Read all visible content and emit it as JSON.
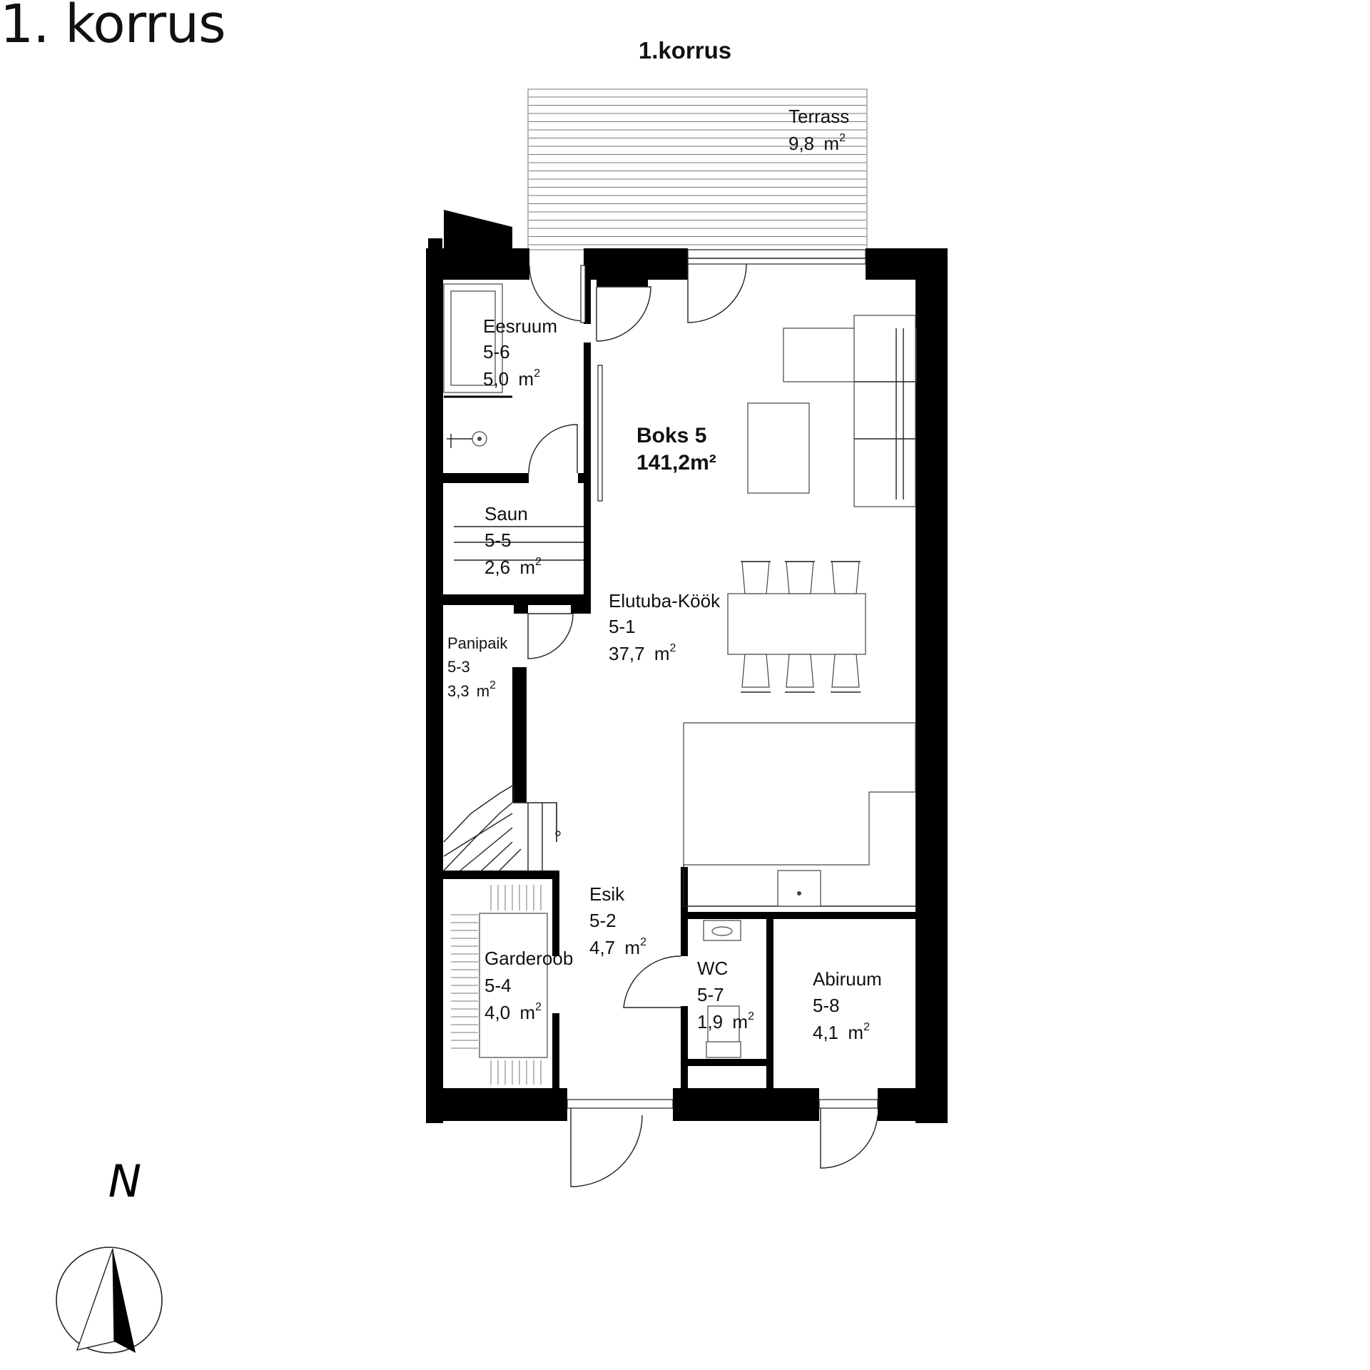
{
  "page_title": "1. korrus",
  "plan": {
    "heading": "1.korrus",
    "unit": {
      "name": "Boks 5",
      "area": "141,2m²"
    },
    "north_label": "N",
    "rooms": [
      {
        "name": "Terrass",
        "id": "",
        "area": "9,8",
        "unit": "m",
        "sup": "2"
      },
      {
        "name": "Eesruum",
        "id": "5-6",
        "area": "5,0",
        "unit": "m",
        "sup": "2"
      },
      {
        "name": "Saun",
        "id": "5-5",
        "area": "2,6",
        "unit": "m",
        "sup": "2"
      },
      {
        "name": "Panipaik",
        "id": "5-3",
        "area": "3,3",
        "unit": "m",
        "sup": "2"
      },
      {
        "name": "Elutuba-Köök",
        "id": "5-1",
        "area": "37,7",
        "unit": "m",
        "sup": "2"
      },
      {
        "name": "Esik",
        "id": "5-2",
        "area": "4,7",
        "unit": "m",
        "sup": "2"
      },
      {
        "name": "Garderoob",
        "id": "5-4",
        "area": "4,0",
        "unit": "m",
        "sup": "2"
      },
      {
        "name": "WC",
        "id": "5-7",
        "area": "1,9",
        "unit": "m",
        "sup": "2"
      },
      {
        "name": "Abiruum",
        "id": "5-8",
        "area": "4,1",
        "unit": "m",
        "sup": "2"
      }
    ]
  },
  "colors": {
    "wall": "#000000",
    "background": "#ffffff",
    "line": "#222222"
  }
}
